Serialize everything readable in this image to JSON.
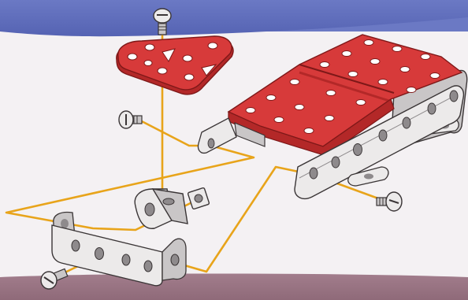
{
  "colors": {
    "band_top": "#6b79c4",
    "band_top_dark": "#5563b3",
    "background": "#f4f1f3",
    "band_bottom": "#a27d8c",
    "band_bottom_dark": "#8f6a79",
    "assembly_line": "#e8a41a",
    "red_part": "#d73a3a",
    "red_part_shade": "#b32828",
    "red_part_edge": "#7e1818",
    "metal_light": "#eceaea",
    "metal_mid": "#c9c6c7",
    "metal_dark": "#8e8a8c",
    "outline": "#3a3536",
    "hole": "#ffffff"
  },
  "parts": [
    {
      "name": "screw-top-icon",
      "kind": "screw"
    },
    {
      "name": "triangular-plate-icon",
      "kind": "red-plate"
    },
    {
      "name": "screw-left-icon",
      "kind": "screw"
    },
    {
      "name": "flanged-plate-assembly-icon",
      "kind": "red-flanged-plate"
    },
    {
      "name": "double-angle-bracket-icon",
      "kind": "metal-bracket"
    },
    {
      "name": "angle-bracket-small-icon",
      "kind": "metal-bracket"
    },
    {
      "name": "square-nut-icon",
      "kind": "nut"
    },
    {
      "name": "screw-right-icon",
      "kind": "screw"
    },
    {
      "name": "screw-bottom-left-icon",
      "kind": "screw"
    }
  ]
}
